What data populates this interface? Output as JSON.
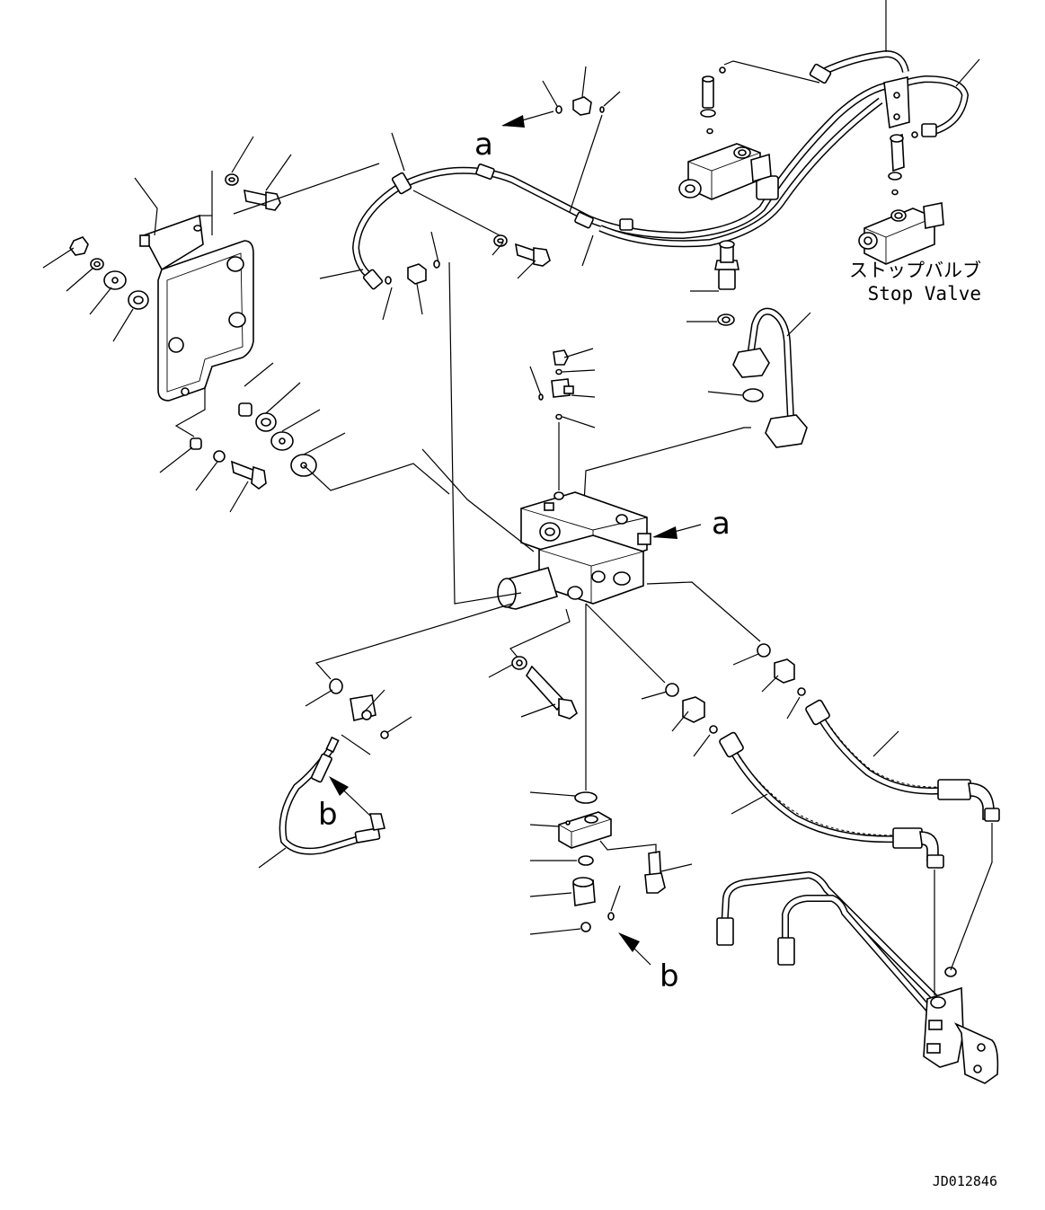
{
  "labels": {
    "arrow_a_upper": "a",
    "arrow_a_valve": "a",
    "arrow_b_hose": "b",
    "arrow_b_lower": "b"
  },
  "stop_valve": {
    "japanese": "ストップバルブ",
    "english": "Stop Valve"
  },
  "drawing_id": "JD012846"
}
